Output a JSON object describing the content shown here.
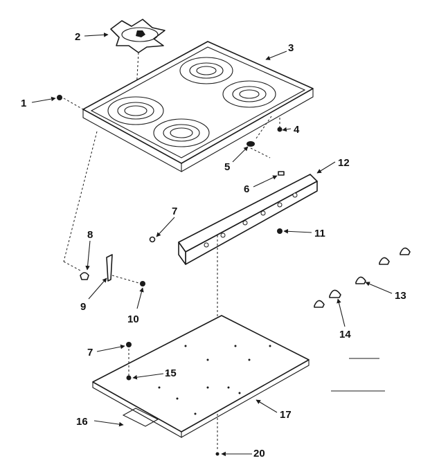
{
  "colors": {
    "ink": "#1a1a1a",
    "paper": "#ffffff"
  },
  "callouts": {
    "c1": "1",
    "c2": "2",
    "c3": "3",
    "c4": "4",
    "c5": "5",
    "c6": "6",
    "c7a": "7",
    "c7b": "7",
    "c8": "8",
    "c9": "9",
    "c10": "10",
    "c11": "11",
    "c12": "12",
    "c13": "13",
    "c14": "14",
    "c15": "15",
    "c16": "16",
    "c17": "17",
    "c20": "20"
  }
}
